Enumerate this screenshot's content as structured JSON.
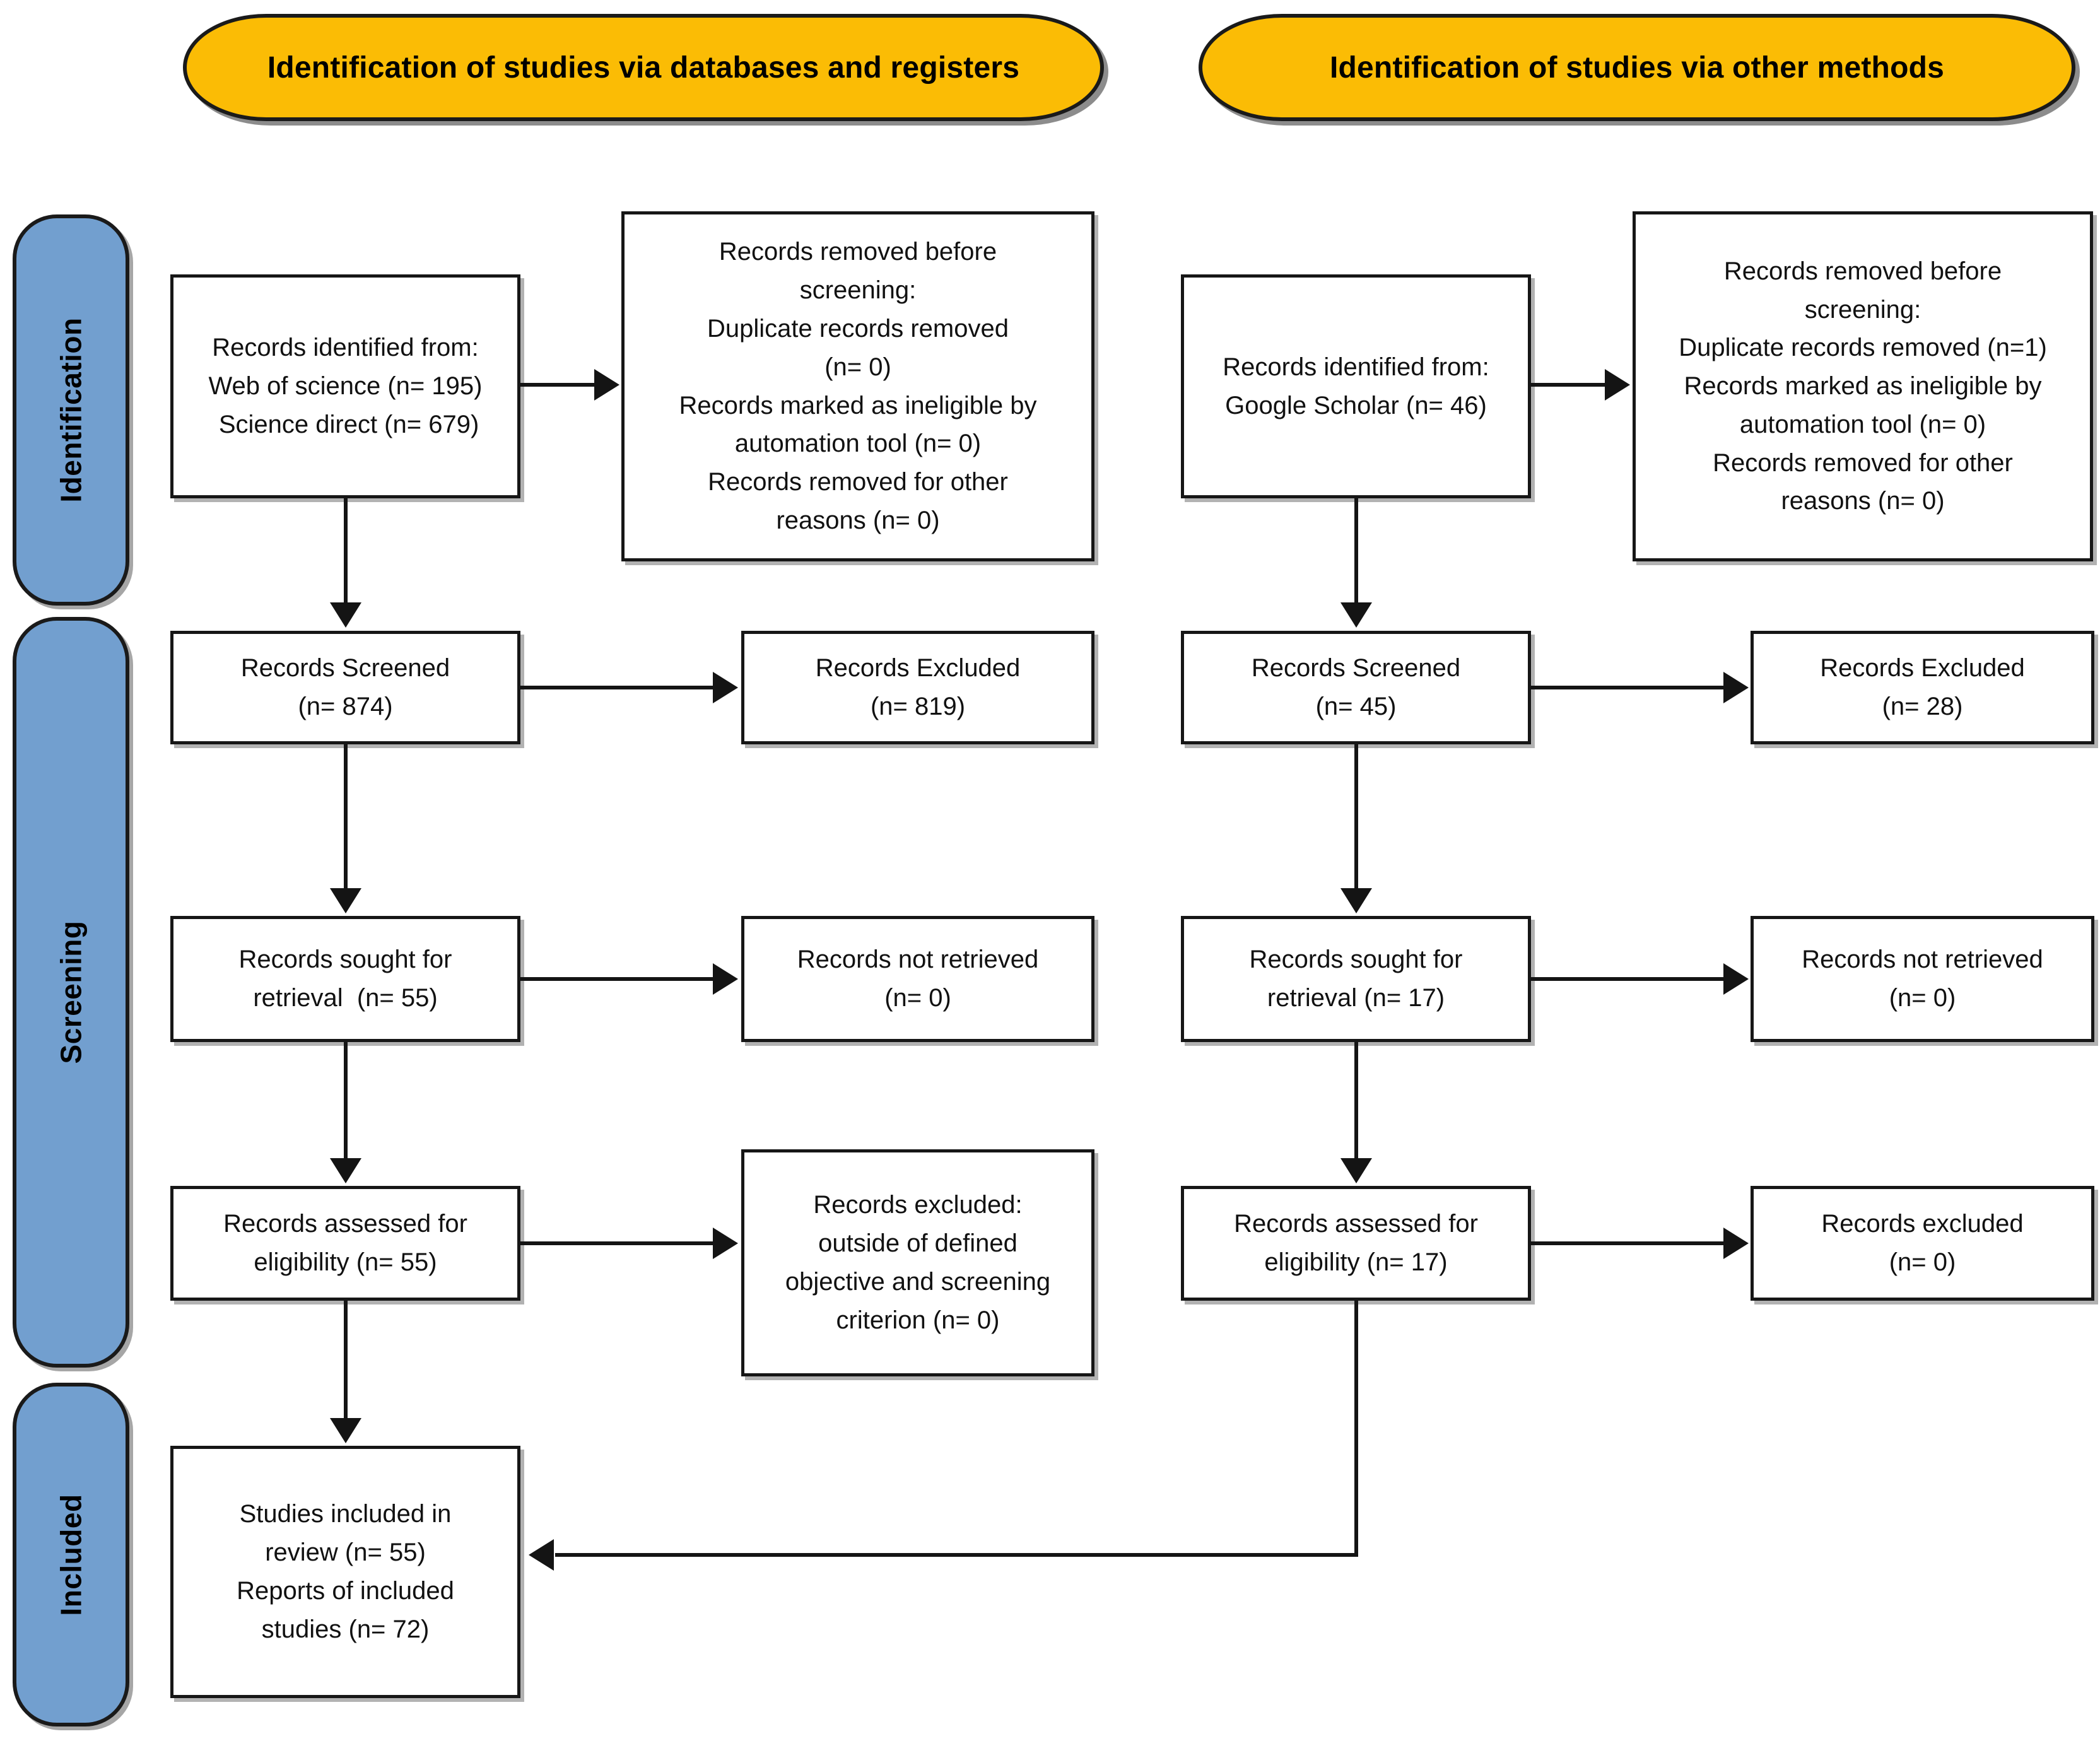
{
  "diagram": {
    "title": "PRISMA 2020 flow diagram",
    "colors": {
      "banner_fill": "#FBBC05",
      "stage_fill": "#729FCF",
      "box_fill": "#FFFFFF",
      "stroke": "#141414",
      "text": "#111111"
    }
  },
  "banners": {
    "databases": "Identification of studies via databases and registers",
    "other": "Identification of studies via other methods"
  },
  "stages": {
    "identification": "Identification",
    "screening": "Screening",
    "included": "Included"
  },
  "left_column": {
    "identified": {
      "lines": [
        "Records identified from:",
        "Web of science (n= 195)",
        " Science direct (n= 679)"
      ]
    },
    "removed_before_screening": {
      "lines": [
        "Records removed before",
        "screening:",
        "Duplicate records removed",
        "(n= 0)",
        "Records marked as ineligible by",
        "automation tool (n= 0)",
        "Records removed for other",
        "reasons (n= 0)"
      ]
    },
    "screened": {
      "lines": [
        "Records Screened",
        "(n= 874)"
      ]
    },
    "excluded": {
      "lines": [
        "Records Excluded",
        "(n= 819)"
      ]
    },
    "sought": {
      "lines": [
        "Records sought for",
        "retrieval  (n= 55)"
      ]
    },
    "not_retrieved": {
      "lines": [
        "Records not retrieved",
        "(n= 0)"
      ]
    },
    "assessed": {
      "lines": [
        "Records assessed for",
        "eligibility (n= 55)"
      ]
    },
    "excluded_reasons": {
      "lines": [
        "Records excluded:",
        "outside of defined",
        "objective and screening",
        "criterion (n= 0)"
      ]
    }
  },
  "right_column": {
    "identified": {
      "lines": [
        "Records identified from:",
        "Google Scholar (n= 46)"
      ]
    },
    "removed_before_screening": {
      "lines": [
        "Records removed before",
        "screening:",
        "Duplicate records removed (n=1)",
        "Records marked as ineligible by",
        "automation tool (n= 0)",
        "Records removed for other",
        "reasons (n= 0)"
      ]
    },
    "screened": {
      "lines": [
        "Records Screened",
        "(n= 45)"
      ]
    },
    "excluded": {
      "lines": [
        "Records Excluded",
        "(n= 28)"
      ]
    },
    "sought": {
      "lines": [
        "Records sought for",
        "retrieval (n= 17)"
      ]
    },
    "not_retrieved": {
      "lines": [
        "Records not retrieved",
        "(n= 0)"
      ]
    },
    "assessed": {
      "lines": [
        "Records assessed for",
        "eligibility (n= 17)"
      ]
    },
    "excluded_reasons": {
      "lines": [
        "Records excluded",
        "(n= 0)"
      ]
    }
  },
  "included_box": {
    "lines": [
      "Studies included in",
      "review (n= 55)",
      "Reports of included",
      "studies (n= 72)"
    ]
  }
}
